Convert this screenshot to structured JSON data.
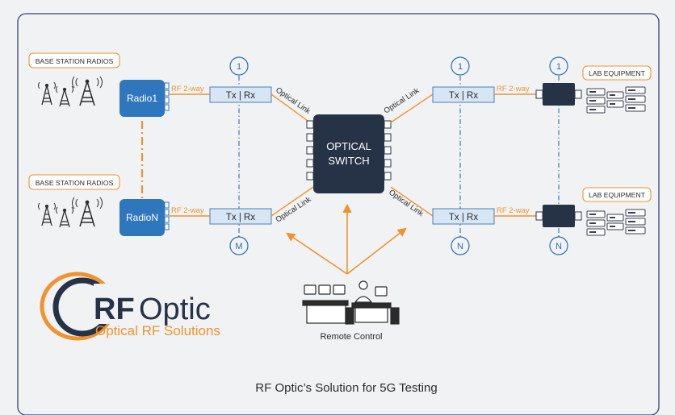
{
  "labels": {
    "base_station_radios": "BASE STATION RADIOS",
    "lab_equipment": "LAB EQUIPMENT",
    "radio_1": "Radio1",
    "radio_n": "RadioN",
    "rf_two_way": "RF 2-way",
    "tx_rx": "Tx | Rx",
    "optical_link": "Optical Link",
    "optical_switch_line1": "OPTICAL",
    "optical_switch_line2": "SWITCH",
    "index_1": "1",
    "index_m": "M",
    "index_n": "N",
    "remote_control": "Remote Control",
    "caption": "RF Optic’s Solution for 5G Testing"
  },
  "logo": {
    "brand_rf": "RF",
    "brand_optic": "Optic",
    "tagline": "Optical RF Solutions"
  },
  "colors": {
    "background": "#f1f2f4",
    "frame": "#3a3f73",
    "orange": "#f0932e",
    "blue": "#2a6fb7",
    "radio_blue": "#2f77bd",
    "box_blue_fill": "#d7e6f4",
    "box_blue_stroke": "#5b88b8",
    "dark_navy": "#263347",
    "text_dark": "#2b2b2b"
  },
  "icons": [
    "tower-icon",
    "server-rack-icon",
    "operator-workstation-icon",
    "rfoptic-logo-mark"
  ]
}
